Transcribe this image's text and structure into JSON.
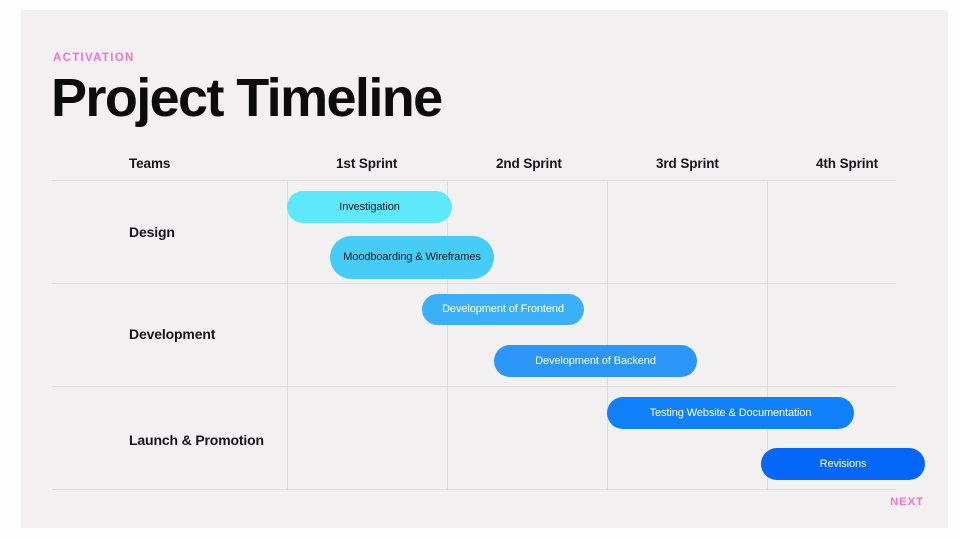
{
  "slide": {
    "eyebrow": "ACTIVATION",
    "title": "Project Timeline",
    "next_label": "NEXT",
    "accent_pink": "#fb72c8",
    "slide_bg": "#f2f0f0",
    "page_bg": "#fefdfe",
    "grid_line": "#dedcdc"
  },
  "table": {
    "columns": [
      {
        "label": "Teams"
      },
      {
        "label": "1st Sprint"
      },
      {
        "label": "2nd Sprint"
      },
      {
        "label": "3rd Sprint"
      },
      {
        "label": "4th Sprint"
      }
    ],
    "rows": [
      {
        "label": "Design"
      },
      {
        "label": "Development"
      },
      {
        "label": "Launch & Promotion"
      }
    ]
  },
  "chart_data": {
    "type": "bar",
    "title": "Project Timeline",
    "subtitle": "ACTIVATION",
    "xlabel": "",
    "ylabel": "Teams",
    "categories": [
      "1st Sprint",
      "2nd Sprint",
      "3rd Sprint",
      "4th Sprint"
    ],
    "grid": true,
    "legend": "none",
    "tasks": [
      {
        "label": "Investigation",
        "row": "Design",
        "start_sprint": 1.0,
        "end_sprint": 2.03,
        "color": "#5ee8fb",
        "text_color": "#17181c"
      },
      {
        "label": "Moodboarding & Wireframes",
        "row": "Design",
        "start_sprint": 1.27,
        "end_sprint": 2.29,
        "color": "#47ccf8",
        "text_color": "#17181c"
      },
      {
        "label": "Development of Frontend",
        "row": "Development",
        "start_sprint": 1.84,
        "end_sprint": 2.86,
        "color": "#3bb0f9",
        "text_color": "#ffffff"
      },
      {
        "label": "Development of Backend",
        "row": "Development",
        "start_sprint": 2.29,
        "end_sprint": 3.56,
        "color": "#2b95f8",
        "text_color": "#ffffff"
      },
      {
        "label": "Testing Website & Documentation",
        "row": "Launch & Promotion",
        "start_sprint": 3.0,
        "end_sprint": 4.54,
        "color": "#1080fa",
        "text_color": "#ffffff"
      },
      {
        "label": "Revisions",
        "row": "Launch & Promotion",
        "start_sprint": 3.96,
        "end_sprint": 5.0,
        "color": "#0566fa",
        "text_color": "#ffffff"
      }
    ]
  }
}
